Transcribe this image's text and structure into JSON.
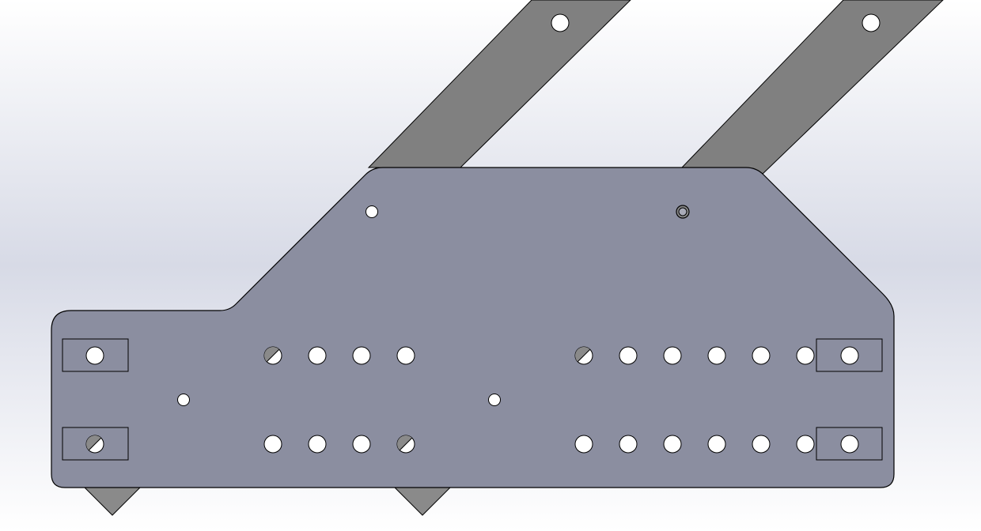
{
  "viewport": {
    "background": {
      "base": "#ffffff",
      "shade": "#d7dae6"
    }
  },
  "model": {
    "plate_color": "#8b8ea0",
    "strut_color": "#808080",
    "foot_color": "#8a8a8a",
    "outline_color": "#000000",
    "hole_color": "#ffffff",
    "screw_color": "#8a8a8a",
    "struts": [
      {
        "id": "left"
      },
      {
        "id": "right"
      }
    ],
    "feet": [
      {
        "id": "left"
      },
      {
        "id": "center"
      }
    ],
    "holes": {
      "hole_count": 28,
      "screw_count": 5,
      "tab_count": 4
    }
  }
}
